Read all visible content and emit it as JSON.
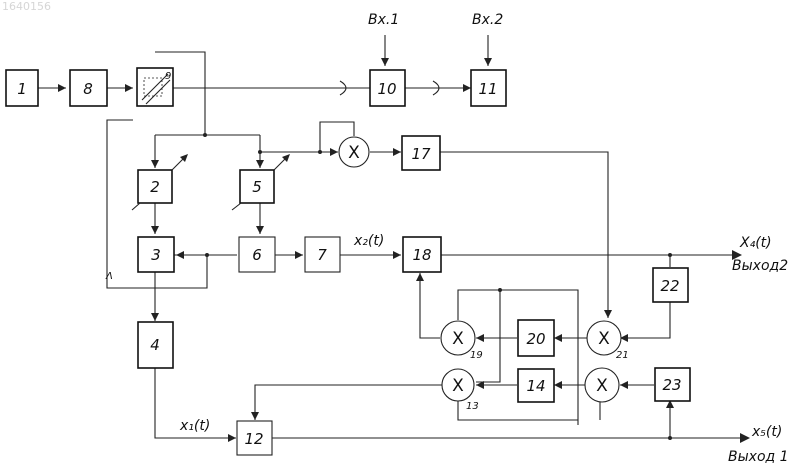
{
  "corner_id": "1640156",
  "blocks": {
    "b1": "1",
    "b8": "8",
    "b9": "9",
    "b10": "10",
    "b11": "11",
    "b2": "2",
    "b5": "5",
    "b17": "17",
    "b3": "3",
    "b6": "6",
    "b7": "7",
    "b18": "18",
    "b22": "22",
    "b4": "4",
    "b20": "20",
    "b14": "14",
    "b23": "23",
    "b12": "12"
  },
  "multipliers": {
    "symbol": "X",
    "m19": "19",
    "m21": "21",
    "m13": "13"
  },
  "inputs": {
    "in1": "Вх.1",
    "in2": "Вх.2"
  },
  "signals": {
    "x2": "x₂(t)",
    "x1": "x₁(t)",
    "x4": "X₄(t)",
    "x5": "x₅(t)",
    "out2": "Выход2",
    "out1": "Выход 1",
    "node_a": "Λ"
  }
}
